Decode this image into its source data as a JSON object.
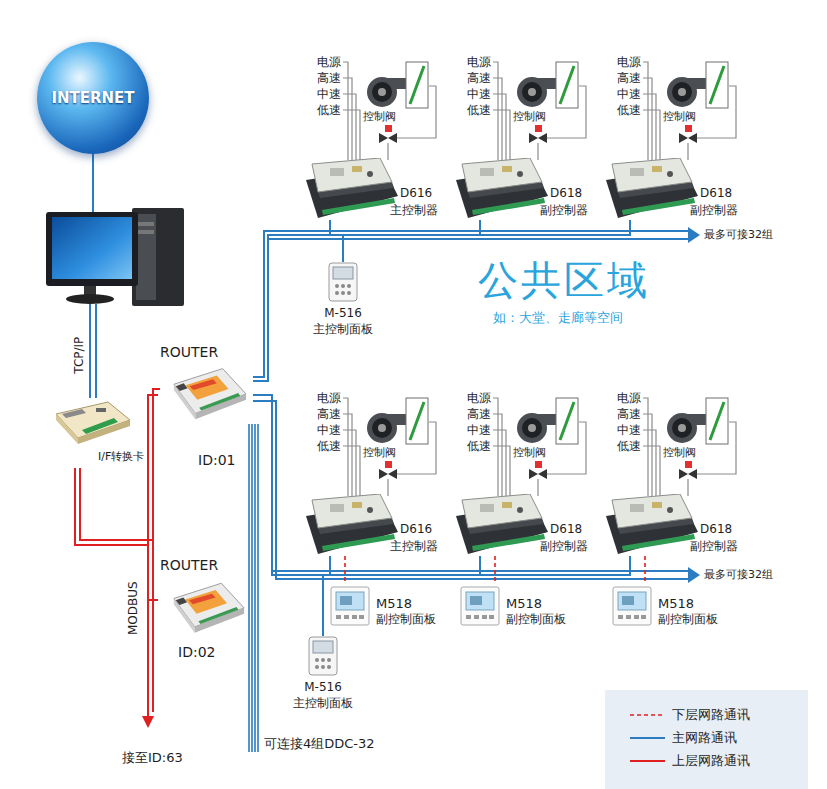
{
  "diagram": {
    "nodes": [
      {
        "text": [
          "INTERNET"
        ]
      },
      {
        "text": [
          "I/F转换卡"
        ]
      },
      {
        "text": [
          "ROUTER",
          "ID:01"
        ]
      },
      {
        "text": [
          "ROUTER",
          "ID:02"
        ]
      },
      {
        "text": [
          "D616",
          "主控制器"
        ]
      },
      {
        "text": [
          "D618",
          "副控制器"
        ]
      },
      {
        "text": [
          "D618",
          "副控制器"
        ]
      },
      {
        "text": [
          "M-516",
          "主控制面板"
        ]
      },
      {
        "text": [
          "D616",
          "主控制器"
        ]
      },
      {
        "text": [
          "D618",
          "副控制器"
        ]
      },
      {
        "text": [
          "D618",
          "副控制器"
        ]
      },
      {
        "text": [
          "M518",
          "副控制面板"
        ]
      },
      {
        "text": [
          "M518",
          "副控制面板"
        ]
      },
      {
        "text": [
          "M518",
          "副控制面板"
        ]
      },
      {
        "text": [
          "M-516",
          "主控制面板"
        ]
      }
    ],
    "edges": [
      {
        "from": 1,
        "to": 2,
        "arrow": "none"
      },
      {
        "from": 1,
        "to": 3,
        "arrow": "none"
      },
      {
        "from": 2,
        "to": 4,
        "arrow": "none"
      },
      {
        "from": 2,
        "to": 5,
        "arrow": "none"
      },
      {
        "from": 2,
        "to": 6,
        "arrow": "none"
      },
      {
        "from": 2,
        "to": 7,
        "arrow": "none"
      },
      {
        "from": 2,
        "to": 8,
        "arrow": "none"
      },
      {
        "from": 2,
        "to": 9,
        "arrow": "none"
      },
      {
        "from": 2,
        "to": 10,
        "arrow": "none"
      },
      {
        "from": 2,
        "to": 14,
        "arrow": "none"
      },
      {
        "from": 8,
        "to": 11,
        "arrow": "none"
      },
      {
        "from": 9,
        "to": 12,
        "arrow": "none"
      },
      {
        "from": 10,
        "to": 13,
        "arrow": "none"
      }
    ],
    "labels": [
      "电源",
      "高速",
      "中速",
      "低速",
      "控制阀",
      "电源",
      "高速",
      "中速",
      "低速",
      "控制阀",
      "电源",
      "高速",
      "中速",
      "低速",
      "控制阀",
      "电源",
      "高速",
      "中速",
      "低速",
      "控制阀",
      "电源",
      "高速",
      "中速",
      "低速",
      "控制阀",
      "电源",
      "高速",
      "中速",
      "低速",
      "控制阀",
      "TCP/IP",
      "MODBUS",
      "接至ID:63",
      "可连接4组DDC-32",
      "最多可接32组",
      "最多可接32组",
      "公共区域",
      "如：大堂、走廊等空间"
    ],
    "legend": [
      {
        "text": "下层网路通讯"
      },
      {
        "text": "主网路通讯"
      },
      {
        "text": "上层网路通讯"
      }
    ]
  }
}
